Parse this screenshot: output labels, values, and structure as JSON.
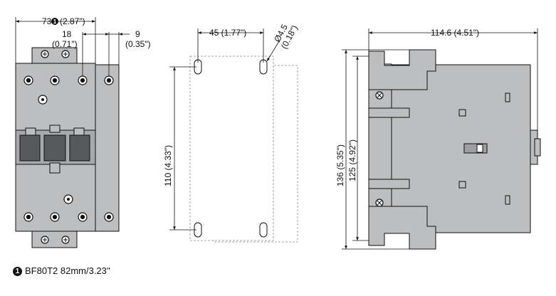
{
  "dimensions": {
    "front_width": {
      "value": "73",
      "alt": "(2.87\")",
      "marker": "1"
    },
    "terminal_pitch": {
      "value": "18",
      "alt": "(0.71\")"
    },
    "side_offset": {
      "value": "9",
      "alt": "(0.35\")"
    },
    "mount_width": "45 (1.77\")",
    "hole_diameter": {
      "value": "Ø4.5",
      "alt": "(0.18\")"
    },
    "mount_height": "110 (4.33\")",
    "overall_height": "136 (5.35\")",
    "body_height": "125 (4.92\")",
    "depth": "114.6 (4.51\")"
  },
  "footnote": {
    "marker": "1",
    "text": "BF80T2 82mm/3.23''"
  },
  "colors": {
    "body_fill": "#bcbec0",
    "line": "#111111",
    "dashed": "#888888"
  }
}
